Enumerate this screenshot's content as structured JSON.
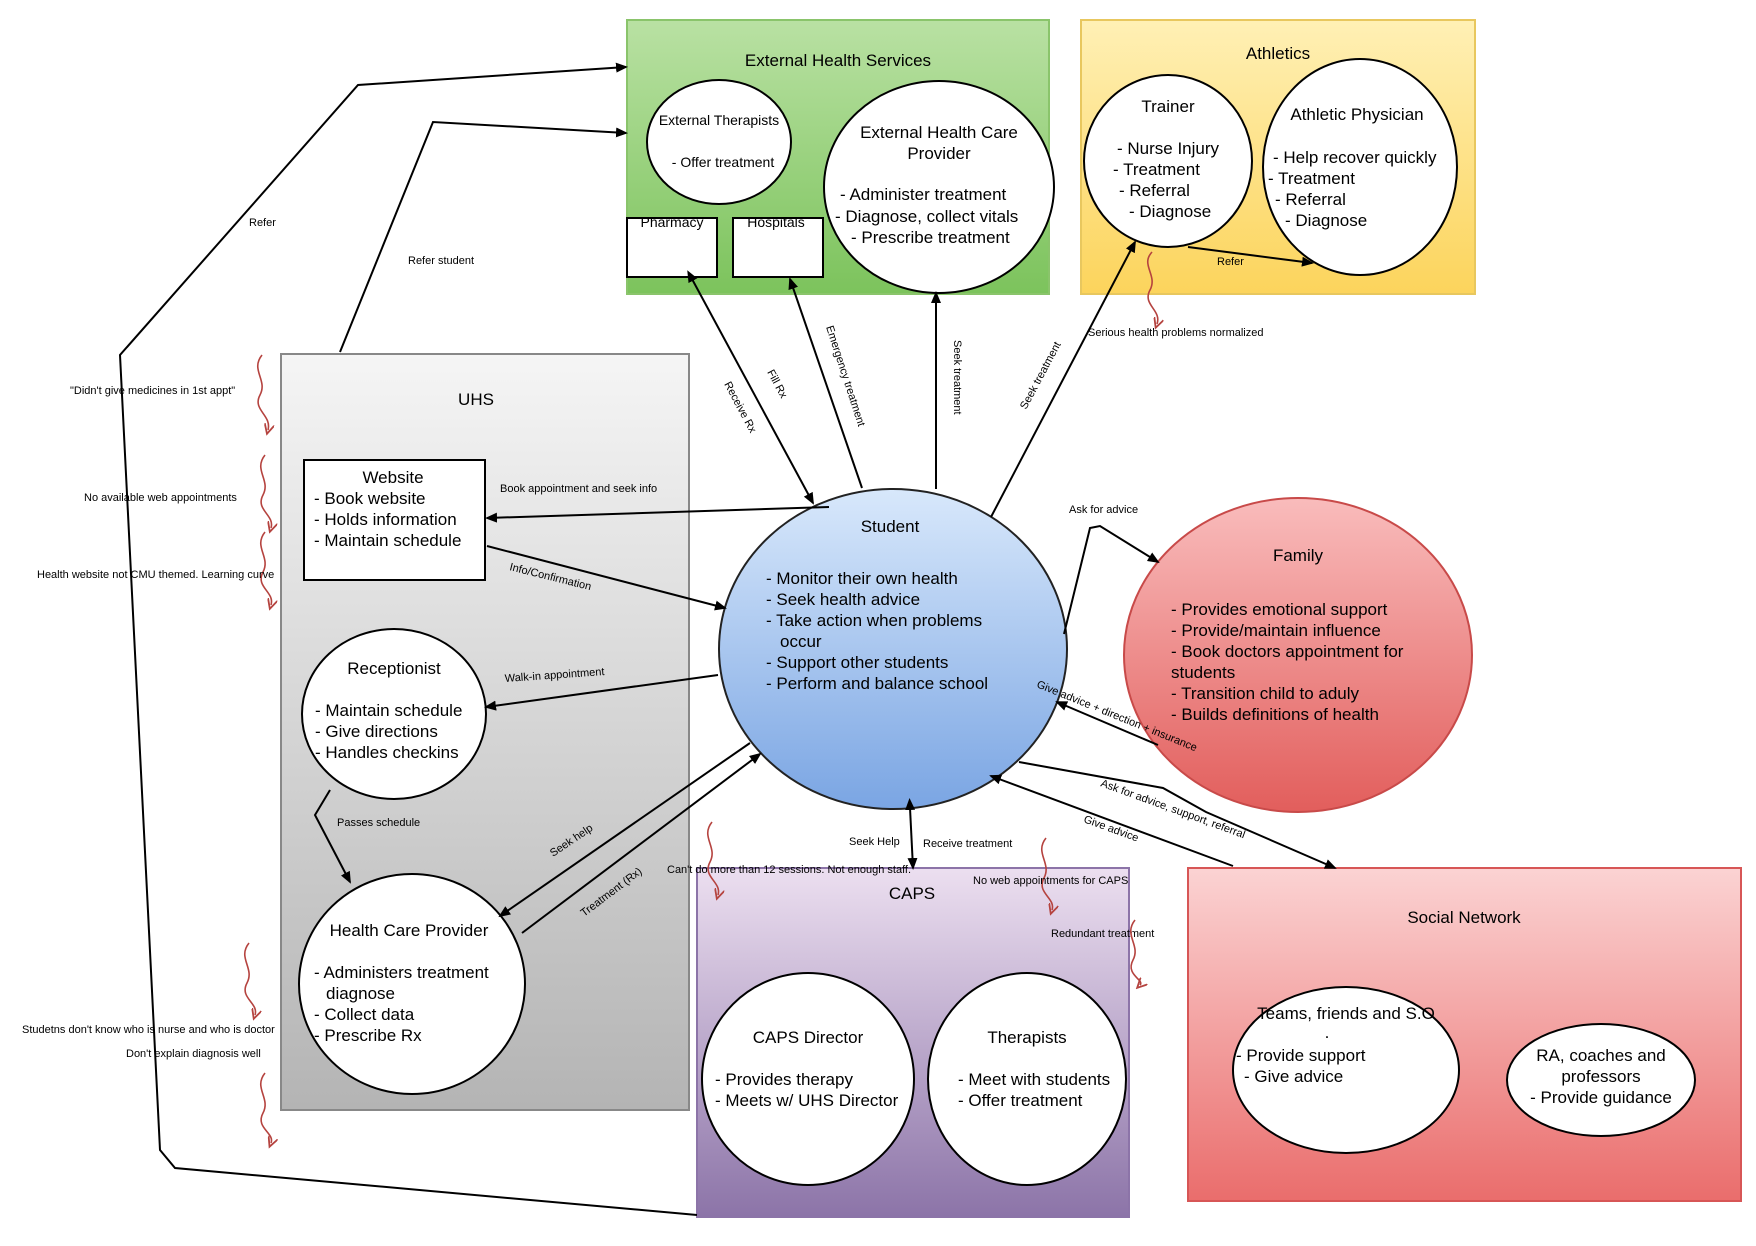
{
  "groups": {
    "external_health": {
      "title": "External Health Services",
      "therapists": {
        "title": "External Therapists",
        "lines": [
          "- Offer treatment"
        ]
      },
      "provider": {
        "title": [
          "External Health Care",
          "Provider"
        ],
        "lines": [
          "- Administer treatment",
          "- Diagnose, collect vitals",
          "- Prescribe treatment"
        ]
      },
      "pharmacy": "Pharmacy",
      "hospitals": "Hospitals"
    },
    "athletics": {
      "title": "Athletics",
      "trainer": {
        "title": "Trainer",
        "lines": [
          "- Nurse Injury",
          "- Treatment",
          "- Referral",
          "- Diagnose"
        ]
      },
      "physician": {
        "title": "Athletic Physician",
        "lines": [
          "- Help recover quickly",
          "- Treatment",
          "- Referral",
          "- Diagnose"
        ]
      }
    },
    "uhs": {
      "title": "UHS",
      "website": {
        "title": "Website",
        "lines": [
          "- Book website",
          "- Holds information",
          "- Maintain schedule"
        ]
      },
      "receptionist": {
        "title": "Receptionist",
        "lines": [
          "- Maintain schedule",
          "- Give directions",
          "- Handles checkins"
        ]
      },
      "hcp": {
        "title": "Health Care Provider",
        "lines": [
          "- Administers treatment",
          "diagnose",
          "- Collect data",
          "- Prescribe Rx"
        ]
      }
    },
    "caps": {
      "title": "CAPS",
      "director": {
        "title": "CAPS Director",
        "lines": [
          "- Provides therapy",
          "- Meets w/ UHS Director"
        ]
      },
      "therapists": {
        "title": "Therapists",
        "lines": [
          "- Meet with students",
          "- Offer treatment"
        ]
      }
    },
    "social": {
      "title": "Social Network",
      "teams": {
        "title": [
          "Teams, friends and S.O",
          "."
        ],
        "lines": [
          "- Provide support",
          "- Give advice"
        ]
      },
      "ra": {
        "title": [
          "RA, coaches and",
          "professors"
        ],
        "lines": [
          "- Provide guidance"
        ]
      }
    }
  },
  "student": {
    "title": "Student",
    "lines": [
      "- Monitor their own health",
      "- Seek health advice",
      "- Take action when problems",
      "occur",
      "- Support other students",
      "- Perform and balance school"
    ]
  },
  "family": {
    "title": "Family",
    "lines": [
      "- Provides emotional support",
      "- Provide/maintain influence",
      "- Book doctors appointment for",
      "students",
      "- Transition child to aduly",
      "- Builds definitions of health"
    ]
  },
  "edge_labels": {
    "refer_left": "Refer",
    "refer_student": "Refer student",
    "receive_rx": "Receive Rx",
    "fill_rx": "Fill Rx",
    "emergency": "Emergency treatment",
    "seek_treatment_up": "Seek treatment",
    "seek_treatment_ath": "Seek treatment",
    "athletics_refer": "Refer",
    "book_appt": "Book appointment and seek info",
    "info_conf": "Info/Confirmation",
    "walk_in": "Walk-in appointment",
    "passes_schedule": "Passes schedule",
    "seek_help_uhs": "Seek help",
    "treatment_rx": "Treatment (Rx)",
    "seek_help_caps": "Seek Help",
    "receive_treatment": "Receive treatment",
    "ask_advice": "Ask for advice",
    "give_advice_family": "Give advice + direction + insurance",
    "ask_advice_social": "Ask for advice, support, referral",
    "give_advice_social": "Give advice"
  },
  "pain_points": {
    "serious_health": "Serious health problems normalized",
    "no_medicines": "\"Didn't give medicines in 1st appt\"",
    "no_web_appts": "No available web appointments",
    "website_theme": "Health website not CMU themed. Learning curve",
    "caps_sessions": "Can't do more than 12 sessions. Not enough staff.",
    "caps_web": "No web appointments for CAPS",
    "redundant": "Redundant treatment",
    "nurse_doctor": "Studetns don't know who is nurse and who is doctor",
    "diagnosis": "Don't explain diagnosis well"
  },
  "colors": {
    "external_health": [
      "#b9e1a3",
      "#7cc35c"
    ],
    "athletics": [
      "#fff0b5",
      "#fcd45c"
    ],
    "uhs": [
      "#f5f5f5",
      "#b4b4b4"
    ],
    "caps": [
      "#ecdff0",
      "#8c74a8"
    ],
    "social": [
      "#fbd3d3",
      "#ea6d6c"
    ],
    "student": [
      "#d8e8fb",
      "#7aa5e3"
    ],
    "family": [
      "#f9bcbc",
      "#e25e5c"
    ],
    "squiggle": "#b5433f"
  }
}
